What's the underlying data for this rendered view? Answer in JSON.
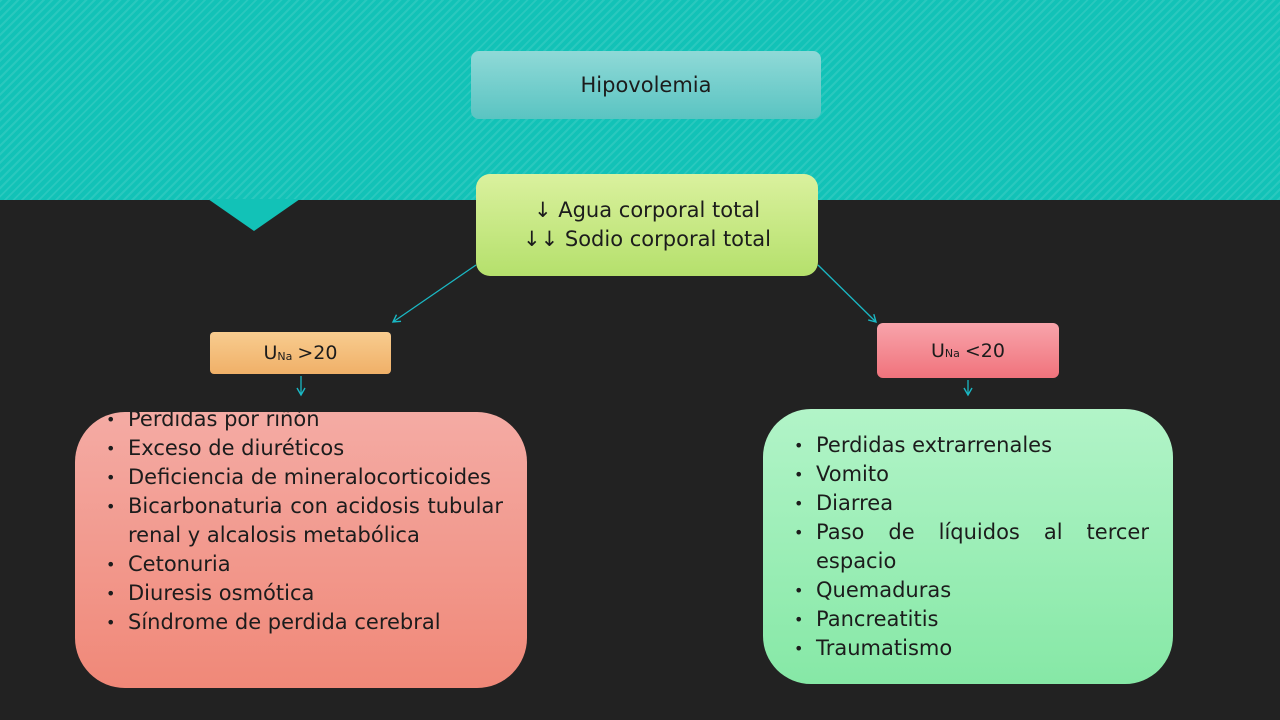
{
  "diagram": {
    "title": "Hipovolemia",
    "middle": {
      "line1": "↓ Agua corporal total",
      "line2": "↓↓ Sodio corporal total"
    },
    "left_branch": {
      "label_main": "U",
      "label_sub": "Na",
      "label_value": ">20",
      "items": [
        "Perdidas por riñón",
        "Exceso de diuréticos",
        "Deficiencia de mineralocorticoides",
        "Bicarbonaturia con acidosis tubular renal y alcalosis metabólica",
        "Cetonuria",
        "Diuresis osmótica",
        "Síndrome de perdida cerebral"
      ]
    },
    "right_branch": {
      "label_main": "U",
      "label_sub": "Na",
      "label_value": "<20",
      "items": [
        "Perdidas extrarrenales",
        "Vomito",
        "Diarrea",
        "Paso de líquidos al tercer espacio",
        "Quemaduras",
        "Pancreatitis",
        "Traumatismo"
      ]
    }
  },
  "colors": {
    "band": "#12c2b7",
    "background": "#222222",
    "arrow": "#1ab8c4"
  }
}
